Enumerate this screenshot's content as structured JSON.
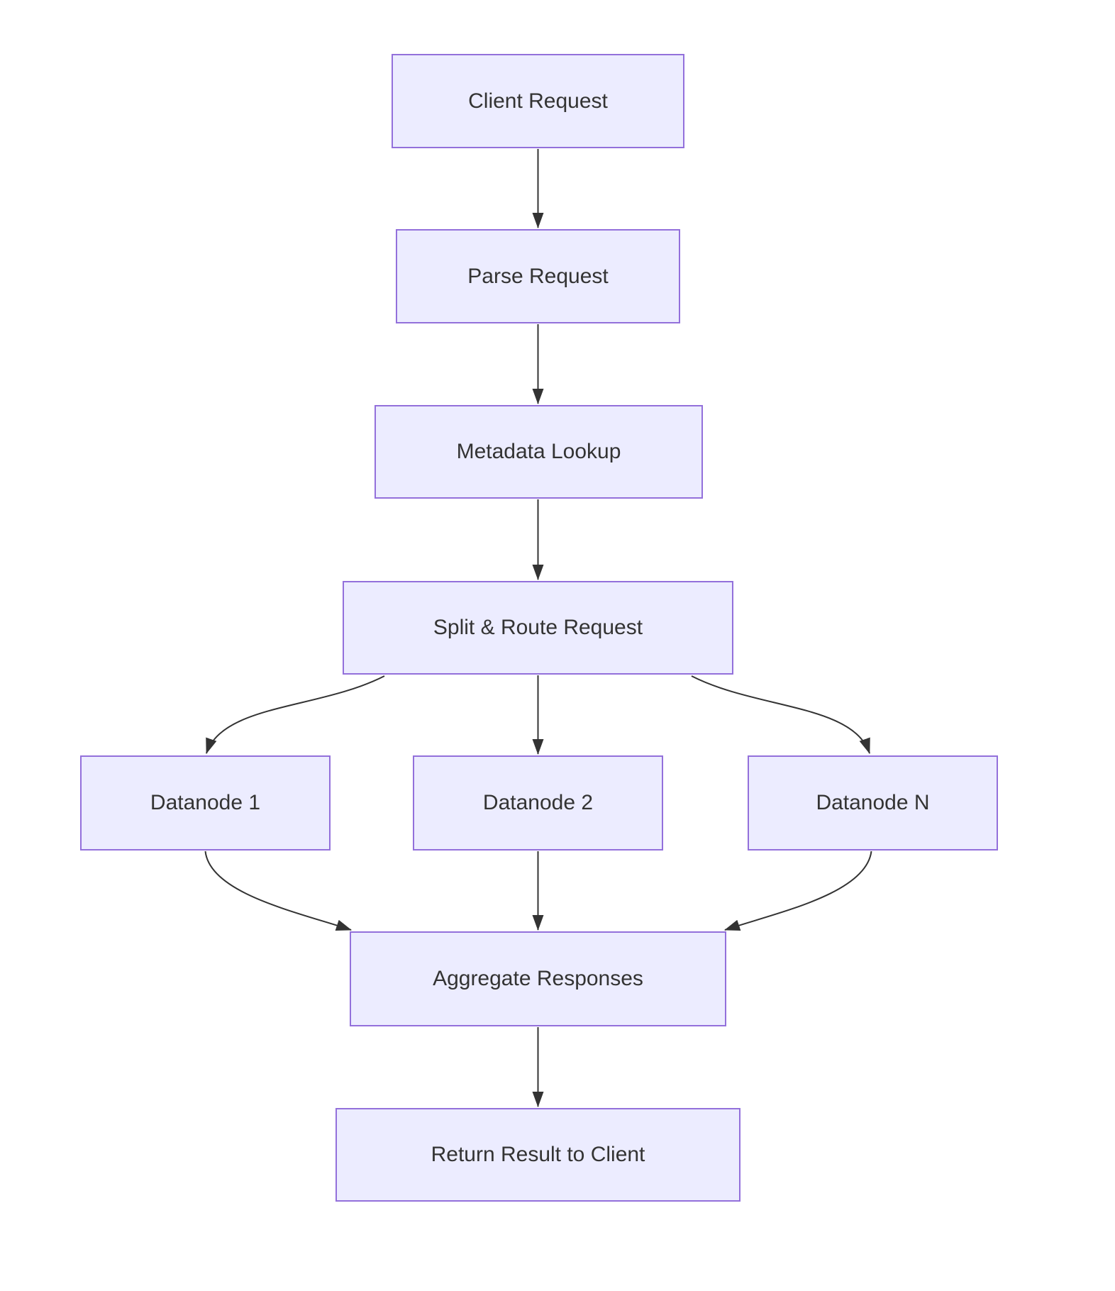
{
  "diagram": {
    "type": "flowchart-top-down",
    "nodes": [
      {
        "id": "client-request",
        "label": "Client Request"
      },
      {
        "id": "parse-request",
        "label": "Parse Request"
      },
      {
        "id": "metadata-lookup",
        "label": "Metadata Lookup"
      },
      {
        "id": "split-route-request",
        "label": "Split & Route Request"
      },
      {
        "id": "datanode-1",
        "label": "Datanode 1"
      },
      {
        "id": "datanode-2",
        "label": "Datanode 2"
      },
      {
        "id": "datanode-n",
        "label": "Datanode N"
      },
      {
        "id": "aggregate-responses",
        "label": "Aggregate Responses"
      },
      {
        "id": "return-result",
        "label": "Return Result to Client"
      }
    ],
    "edges": [
      {
        "from": "client-request",
        "to": "parse-request"
      },
      {
        "from": "parse-request",
        "to": "metadata-lookup"
      },
      {
        "from": "metadata-lookup",
        "to": "split-route-request"
      },
      {
        "from": "split-route-request",
        "to": "datanode-1"
      },
      {
        "from": "split-route-request",
        "to": "datanode-2"
      },
      {
        "from": "split-route-request",
        "to": "datanode-n"
      },
      {
        "from": "datanode-1",
        "to": "aggregate-responses"
      },
      {
        "from": "datanode-2",
        "to": "aggregate-responses"
      },
      {
        "from": "datanode-n",
        "to": "aggregate-responses"
      },
      {
        "from": "aggregate-responses",
        "to": "return-result"
      }
    ],
    "colors": {
      "node_fill": "#ECECFF",
      "node_border": "#9370DB",
      "node_text": "#333333",
      "edge_stroke": "#333333",
      "background": "#FFFFFF"
    }
  }
}
